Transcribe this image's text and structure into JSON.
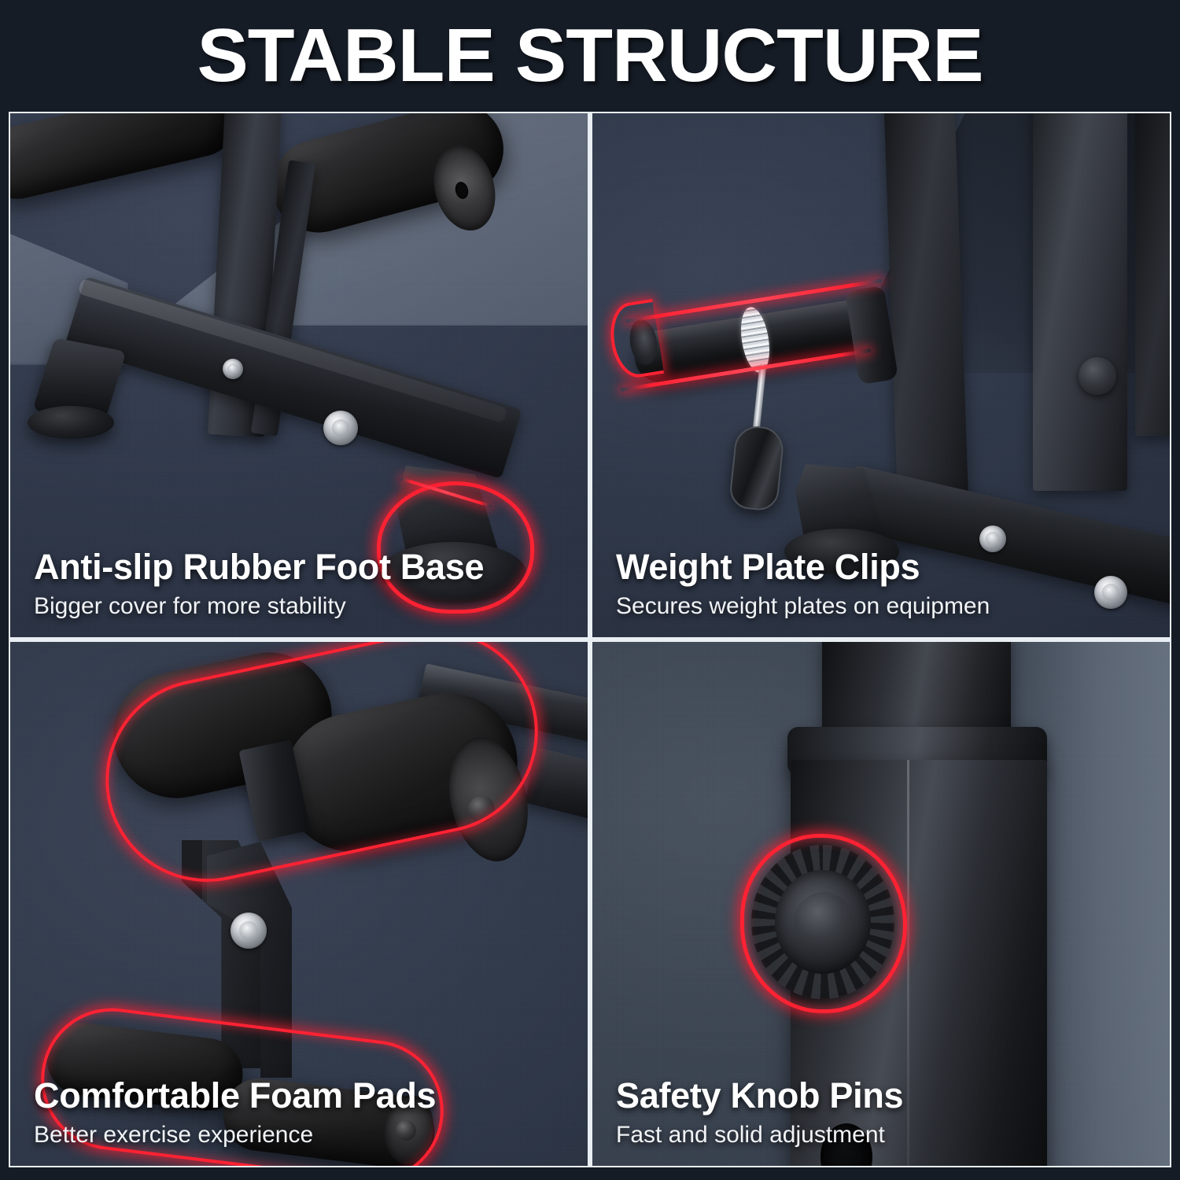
{
  "header": {
    "title": "STABLE STRUCTURE"
  },
  "colors": {
    "page_background": "#161c26",
    "panel_background": "#333d4f",
    "divider": "#e9eef3",
    "highlight_red": "#ff2233",
    "text_primary": "#ffffff"
  },
  "panels": [
    {
      "id": "anti-slip-rubber-foot-base",
      "title": "Anti-slip Rubber Foot Base",
      "subtitle": "Bigger cover for more stability",
      "highlight": "rubber foot cap at end of base tube"
    },
    {
      "id": "weight-plate-clips",
      "title": "Weight Plate Clips",
      "subtitle": "Secures weight plates on equipmen",
      "highlight": "horizontal weight post with spring collar clip"
    },
    {
      "id": "comfortable-foam-pads",
      "title": "Comfortable Foam Pads",
      "subtitle": "Better exercise experience",
      "highlight": "upper and lower foam roller pads"
    },
    {
      "id": "safety-knob-pins",
      "title": "Safety Knob Pins",
      "subtitle": "Fast and solid adjustment",
      "highlight": "knurled round knob pin on upright tube"
    }
  ]
}
